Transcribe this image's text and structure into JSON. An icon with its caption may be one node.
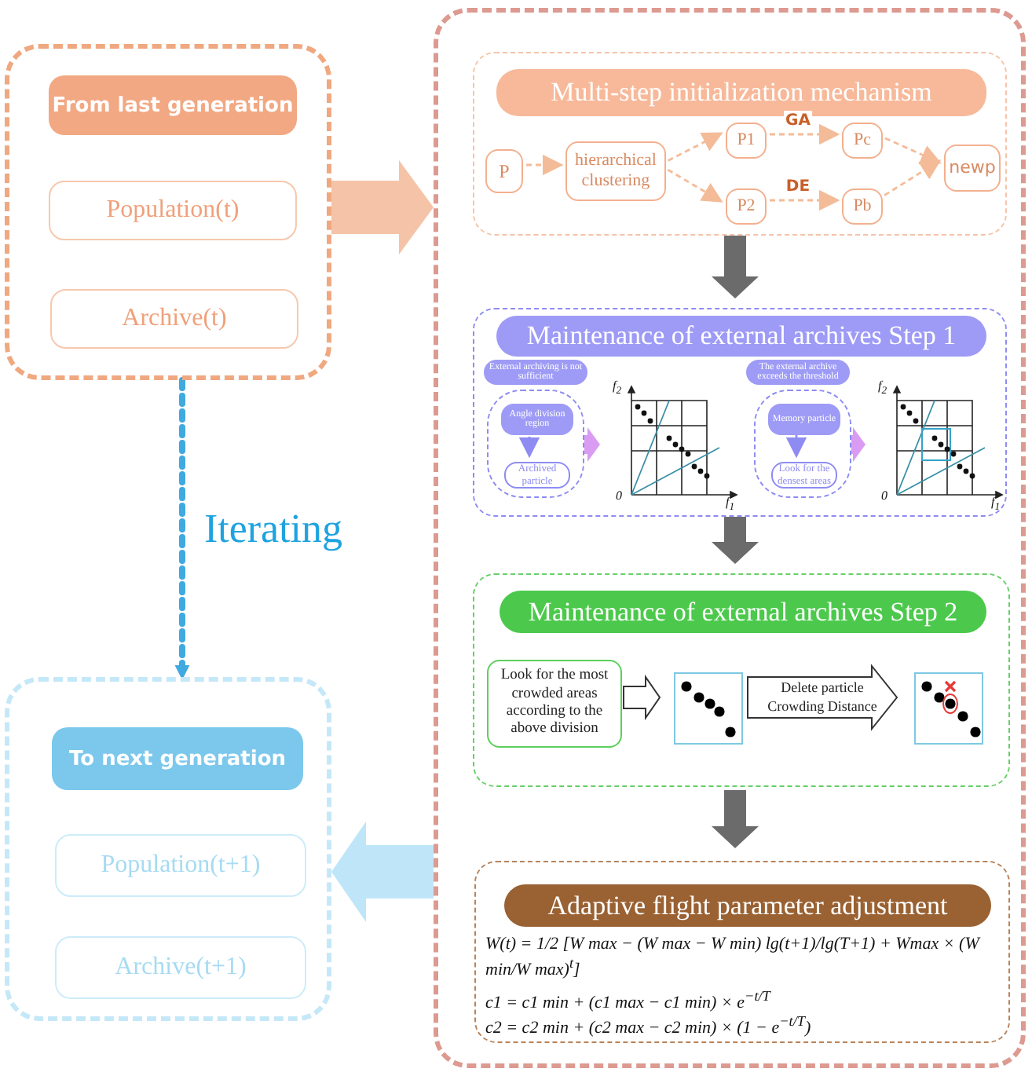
{
  "diagram": {
    "nodes": [
      {
        "text": [],
        "shape": "box"
      },
      {
        "text": [
          "From last generation"
        ],
        "in": 0
      },
      {
        "text": [
          "Population(t)"
        ],
        "in": 0
      },
      {
        "text": [
          "Archive(t)"
        ],
        "in": 0
      },
      {
        "text": [],
        "shape": "box"
      },
      {
        "text": [],
        "shape": "box",
        "in": 4
      },
      {
        "text": [
          "Multi-step initialization mechanism"
        ],
        "in": 5
      },
      {
        "text": [
          "P"
        ],
        "in": 5
      },
      {
        "text": [
          "hierarchical clustering"
        ],
        "in": 5
      },
      {
        "text": [
          "P1"
        ],
        "in": 5
      },
      {
        "text": [
          "P2"
        ],
        "in": 5
      },
      {
        "text": [
          "Pc"
        ],
        "in": 5
      },
      {
        "text": [
          "Pb"
        ],
        "in": 5
      },
      {
        "text": [
          "newp"
        ],
        "in": 5
      },
      {
        "text": [],
        "shape": "box",
        "in": 4
      },
      {
        "text": [
          "Maintenance of external archives Step 1"
        ],
        "in": 14
      },
      {
        "text": [
          "External archiving is not sufficient"
        ],
        "in": 14
      },
      {
        "text": [],
        "shape": "box",
        "in": 14
      },
      {
        "text": [
          "Angle division region"
        ],
        "in": 17
      },
      {
        "text": [
          "Archived particle"
        ],
        "in": 17
      },
      {
        "text": [],
        "shape": "picture",
        "in": 14
      },
      {
        "text": [
          "The external archive exceeds the threshold"
        ],
        "in": 14
      },
      {
        "text": [],
        "shape": "box",
        "in": 14
      },
      {
        "text": [
          "Memory particle"
        ],
        "in": 22
      },
      {
        "text": [
          "Look for the densest areas"
        ],
        "in": 22
      },
      {
        "text": [],
        "shape": "picture",
        "in": 14
      },
      {
        "text": [],
        "shape": "box",
        "in": 4
      },
      {
        "text": [
          "Maintenance of external archives Step 2"
        ],
        "in": 26
      },
      {
        "text": [
          "Look for the most crowded areas according to the above division"
        ],
        "in": 26
      },
      {
        "text": [],
        "shape": "picture",
        "in": 26
      },
      {
        "text": [],
        "shape": "picture",
        "in": 26
      },
      {
        "text": [],
        "shape": "box",
        "in": 4
      },
      {
        "text": [
          "Adaptive flight parameter adjustment"
        ],
        "in": 31
      },
      {
        "text": [],
        "shape": "box"
      },
      {
        "text": [
          "To next generation"
        ],
        "in": 33
      },
      {
        "text": [
          "Population(t+1)"
        ],
        "in": 33
      },
      {
        "text": [
          "Archive(t+1)"
        ],
        "in": 33
      }
    ],
    "edges": [
      {
        "from": 0,
        "to": 4,
        "arrow": "to",
        "style": "thick",
        "color": "#f5c4a8"
      },
      {
        "from": 4,
        "to": 33,
        "arrow": "to",
        "style": "thick",
        "color": "#bfe6f8"
      },
      {
        "from": 0,
        "to": 33,
        "arrow": "to",
        "style": "dashed",
        "color": "#3fa9e0",
        "label": "Iterating"
      },
      {
        "from": 7,
        "to": 8,
        "arrow": "to",
        "style": "dashed"
      },
      {
        "from": 8,
        "to": 9,
        "arrow": "to",
        "style": "dashed"
      },
      {
        "from": 8,
        "to": 10,
        "arrow": "to",
        "style": "dashed"
      },
      {
        "from": 9,
        "to": 11,
        "arrow": "to",
        "style": "dashed",
        "label": "GA"
      },
      {
        "from": 10,
        "to": 12,
        "arrow": "to",
        "style": "dashed",
        "label": "DE"
      },
      {
        "from": 11,
        "to": 13,
        "arrow": "to",
        "style": "dashed"
      },
      {
        "from": 12,
        "to": 13,
        "arrow": "to",
        "style": "dashed"
      },
      {
        "from": 5,
        "to": 14,
        "arrow": "to",
        "style": "thick",
        "color": "#6b6b6b"
      },
      {
        "from": 14,
        "to": 26,
        "arrow": "to",
        "style": "thick",
        "color": "#6b6b6b"
      },
      {
        "from": 26,
        "to": 31,
        "arrow": "to",
        "style": "thick",
        "color": "#6b6b6b"
      },
      {
        "from": 18,
        "to": 19,
        "arrow": "to",
        "style": "dashed",
        "color": "#8e8cf2"
      },
      {
        "from": 23,
        "to": 24,
        "arrow": "to",
        "color": "#8e8cf2"
      },
      {
        "from": 17,
        "to": 20,
        "arrow": "to",
        "style": "thick",
        "color": "#d99cf2"
      },
      {
        "from": 22,
        "to": 25,
        "arrow": "to",
        "style": "thick",
        "color": "#d99cf2"
      },
      {
        "from": 28,
        "to": 29,
        "arrow": "to",
        "style": "thick",
        "color": "#333333"
      },
      {
        "from": 29,
        "to": 30,
        "arrow": "to",
        "style": "thick",
        "color": "#333333",
        "label": "Delete particle Crowding Distance"
      }
    ],
    "labels": [
      "f$_{2}$",
      "0",
      "f$_{1}$",
      "f$_{2}$",
      "0",
      "f$_{1}$",
      "W(t) = 1/2 [W max − (W max − W min) lg(t+1)/lg(T+1) + Wmax × (W min/W max)$^{t}$]",
      "c1 = c1 min + (c1 max − c1 min) × e$^{−t/T}$",
      "c2 = c2 min + (c2 max − c2 min) × (1 − e$^{−t/T}$)"
    ]
  }
}
